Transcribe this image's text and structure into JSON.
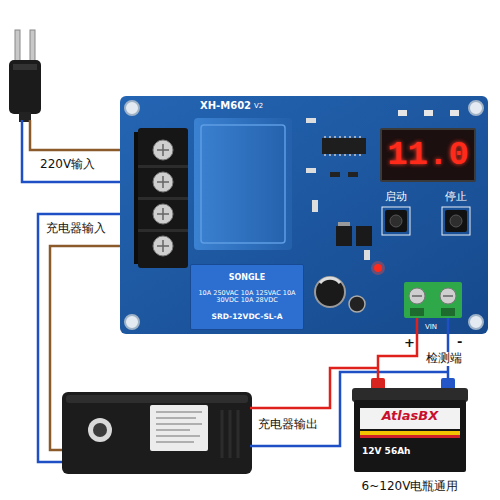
{
  "diagram": {
    "nodes": [
      {
        "text": [
          "XH-M602"
        ]
      },
      {
        "text": [
          "11.0"
        ],
        "in": 0
      },
      {
        "text": [
          "SONGLE",
          "10A 250VAC 10A 125VAC 10A 30VDC 10A 28VDC",
          "SRD-12VDC-SL-A"
        ],
        "in": 0
      },
      {
        "text": [
          "AtlasBX",
          "12V 56Ah"
        ]
      }
    ],
    "edges": [
      {
        "from": 0,
        "to": 3,
        "arrow": "none",
        "label": "检测端"
      }
    ],
    "labels": [
      "V2",
      "220V输入",
      "充电器输入",
      "启动",
      "停止",
      "VIN",
      "+",
      "-",
      "充电器输出",
      "6~120V电瓶通用"
    ]
  }
}
